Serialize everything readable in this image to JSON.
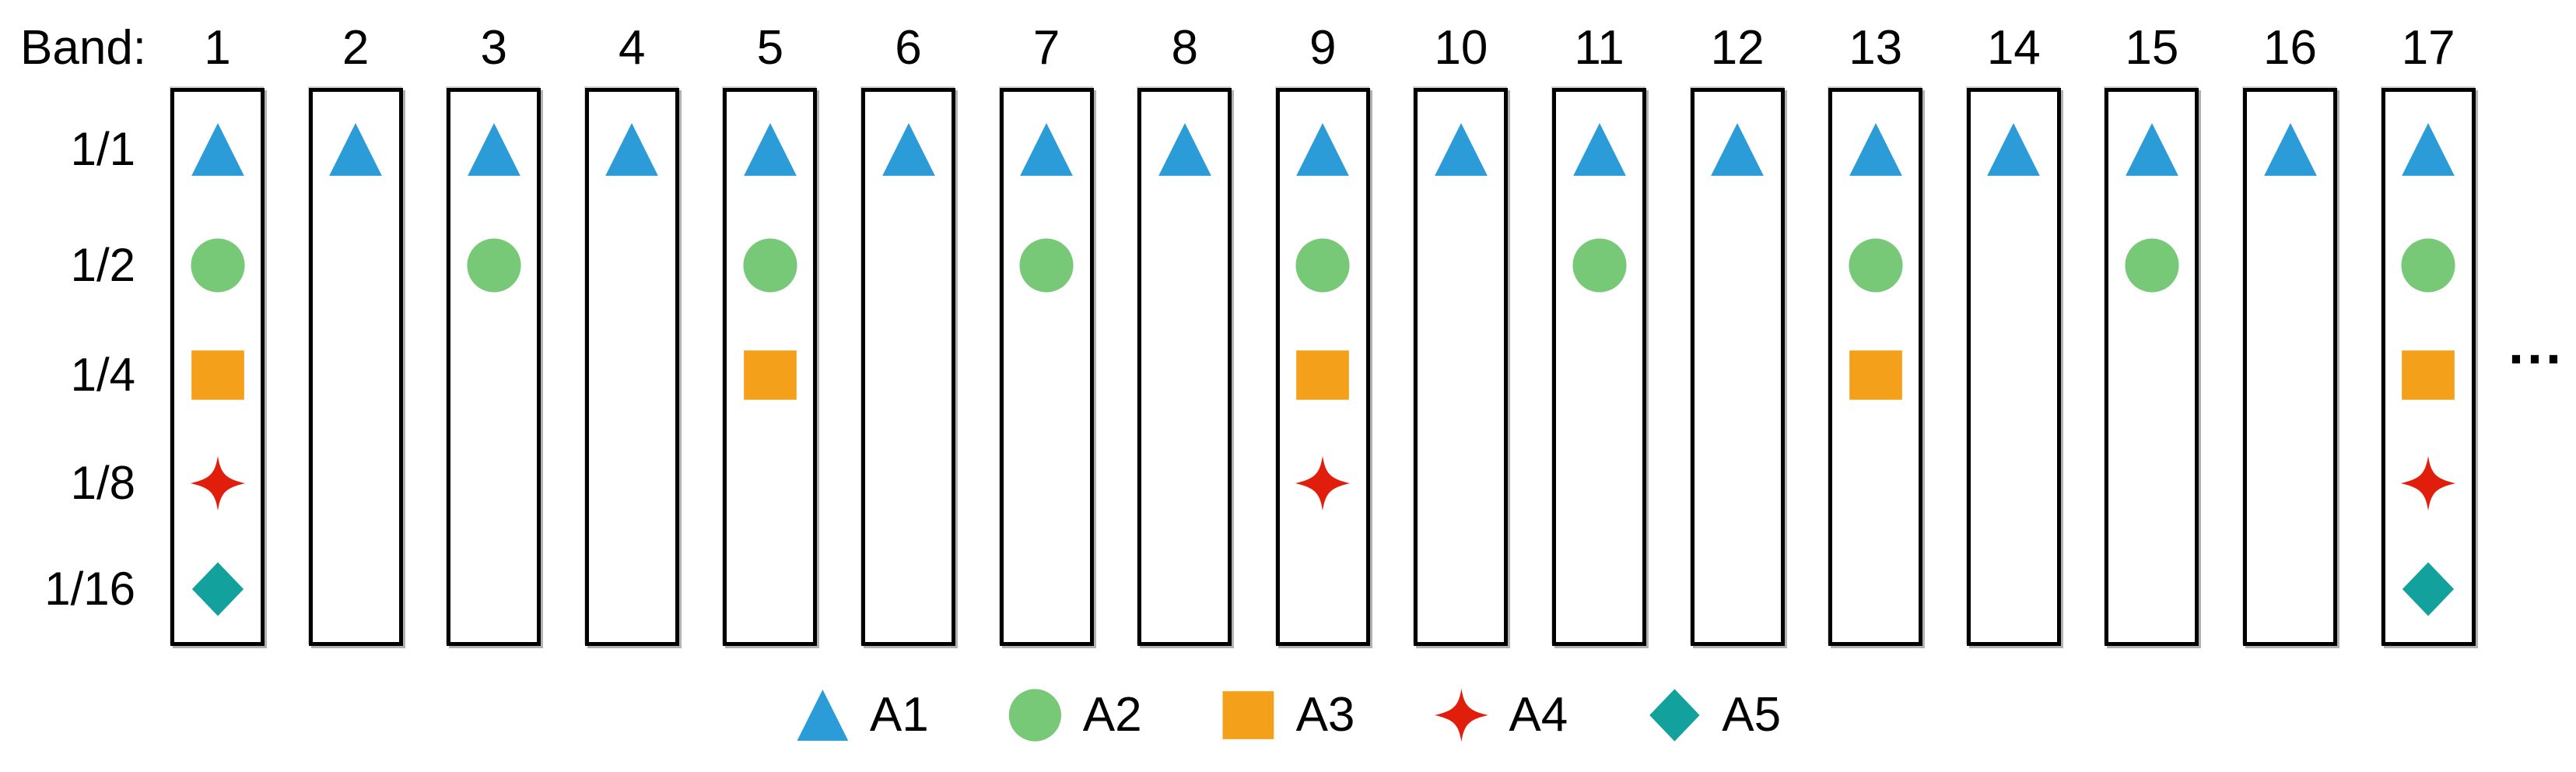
{
  "figure": {
    "band_axis_label": "Band:",
    "ellipsis": "...",
    "row_labels": [
      "1/1",
      "1/2",
      "1/4",
      "1/8",
      "1/16"
    ],
    "markers": {
      "A1": {
        "shape": "triangle",
        "color": "#2B9CD8",
        "row": "1/1"
      },
      "A2": {
        "shape": "circle",
        "color": "#77C877",
        "row": "1/2"
      },
      "A3": {
        "shape": "square",
        "color": "#F5A01B",
        "row": "1/4"
      },
      "A4": {
        "shape": "star4",
        "color": "#E11D0C",
        "row": "1/8"
      },
      "A5": {
        "shape": "diamond",
        "color": "#12A19C",
        "row": "1/16"
      }
    },
    "bands": [
      {
        "number": "1",
        "markers": [
          "A1",
          "A2",
          "A3",
          "A4",
          "A5"
        ]
      },
      {
        "number": "2",
        "markers": [
          "A1"
        ]
      },
      {
        "number": "3",
        "markers": [
          "A1",
          "A2"
        ]
      },
      {
        "number": "4",
        "markers": [
          "A1"
        ]
      },
      {
        "number": "5",
        "markers": [
          "A1",
          "A2",
          "A3"
        ]
      },
      {
        "number": "6",
        "markers": [
          "A1"
        ]
      },
      {
        "number": "7",
        "markers": [
          "A1",
          "A2"
        ]
      },
      {
        "number": "8",
        "markers": [
          "A1"
        ]
      },
      {
        "number": "9",
        "markers": [
          "A1",
          "A2",
          "A3",
          "A4"
        ]
      },
      {
        "number": "10",
        "markers": [
          "A1"
        ]
      },
      {
        "number": "11",
        "markers": [
          "A1",
          "A2"
        ]
      },
      {
        "number": "12",
        "markers": [
          "A1"
        ]
      },
      {
        "number": "13",
        "markers": [
          "A1",
          "A2",
          "A3"
        ]
      },
      {
        "number": "14",
        "markers": [
          "A1"
        ]
      },
      {
        "number": "15",
        "markers": [
          "A1",
          "A2"
        ]
      },
      {
        "number": "16",
        "markers": [
          "A1"
        ]
      },
      {
        "number": "17",
        "markers": [
          "A1",
          "A2",
          "A3",
          "A4",
          "A5"
        ]
      }
    ],
    "legend": [
      {
        "label": "A1",
        "marker": "A1"
      },
      {
        "label": "A2",
        "marker": "A2"
      },
      {
        "label": "A3",
        "marker": "A3"
      },
      {
        "label": "A4",
        "marker": "A4"
      },
      {
        "label": "A5",
        "marker": "A5"
      }
    ]
  }
}
